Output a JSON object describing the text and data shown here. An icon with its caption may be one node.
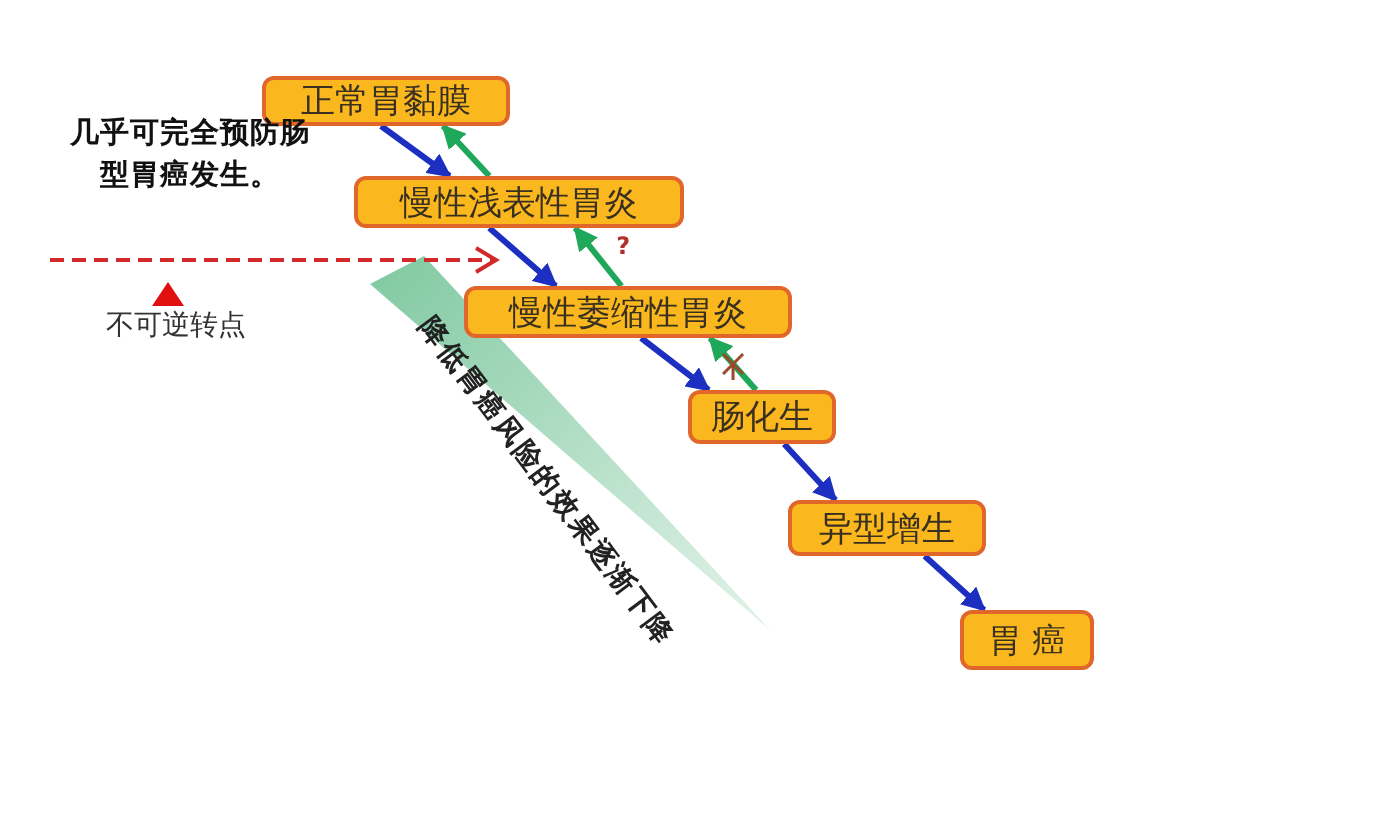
{
  "diagram": {
    "nodes": [
      {
        "text": [
          "正常胃黏膜"
        ]
      },
      {
        "text": [
          "慢性浅表性胃炎"
        ]
      },
      {
        "text": [
          "慢性萎缩性胃炎"
        ]
      },
      {
        "text": [
          "肠化生"
        ]
      },
      {
        "text": [
          "异型增生"
        ]
      },
      {
        "text": [
          "胃 癌"
        ]
      }
    ],
    "edges": [
      {
        "from": 0,
        "to": 1,
        "arrow": "to"
      },
      {
        "from": 1,
        "to": 0,
        "arrow": "to",
        "color": "#1fa75a"
      },
      {
        "from": 1,
        "to": 2,
        "arrow": "to"
      },
      {
        "from": 2,
        "to": 1,
        "arrow": "to",
        "label": "?",
        "color": "#1fa75a"
      },
      {
        "from": 2,
        "to": 3,
        "arrow": "to"
      },
      {
        "from": 3,
        "to": 2,
        "arrow": "to",
        "color": "#1fa75a"
      },
      {
        "from": 3,
        "to": 4,
        "arrow": "to"
      },
      {
        "from": 4,
        "to": 5,
        "arrow": "to"
      }
    ],
    "labels": [
      "几乎可完全预防肠型胃癌发生。",
      "不可逆转点",
      "降低胃癌风险的效果逐渐下降"
    ]
  }
}
